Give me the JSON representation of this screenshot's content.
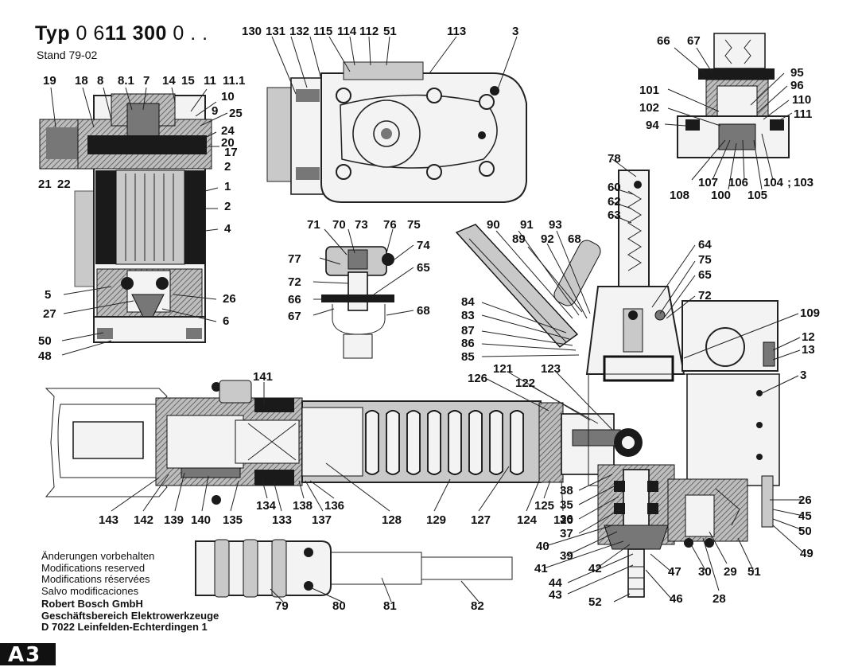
{
  "header": {
    "typ_word": "Typ",
    "typ_prefix": "0 6",
    "typ_bold": "11 300",
    "typ_suffix": "0 . .",
    "stand": "Stand 79-02"
  },
  "notes": [
    "Änderungen vorbehalten",
    "Modifications reserved",
    "Modifications réservées",
    "Salvo modificaciones"
  ],
  "company": [
    "Robert Bosch GmbH",
    "Geschäftsbereich Elektrowerkzeuge",
    "D 7022 Leinfelden-Echterdingen 1"
  ],
  "page_badge": "A3",
  "labels": {
    "motor": [
      "19",
      "18",
      "8",
      "8.1",
      "7",
      "14",
      "15",
      "11",
      "11.1",
      "10",
      "9",
      "25",
      "24",
      "20",
      "17",
      "2",
      "1",
      "2",
      "4",
      "21",
      "22",
      "5",
      "27",
      "26",
      "6",
      "50",
      "48"
    ],
    "gearbox_top": [
      "130",
      "131",
      "132",
      "115",
      "114",
      "112",
      "51",
      "113",
      "3"
    ],
    "clip": [
      "71",
      "70",
      "73",
      "76",
      "75",
      "74",
      "77",
      "65",
      "72",
      "66",
      "67",
      "68"
    ],
    "switch_top": [
      "66",
      "67",
      "95",
      "96",
      "110",
      "111",
      "101",
      "102",
      "94",
      "108",
      "107",
      "100",
      "106",
      "105",
      "104",
      "103"
    ],
    "handle": [
      "78",
      "60",
      "62",
      "63",
      "90",
      "91",
      "93",
      "89",
      "92",
      "68",
      "64",
      "75",
      "65",
      "72",
      "84",
      "83",
      "87",
      "86",
      "85",
      "109",
      "12",
      "13",
      "3"
    ],
    "main": [
      "141",
      "126",
      "121",
      "122",
      "123",
      "143",
      "142",
      "139",
      "140",
      "135",
      "134",
      "133",
      "138",
      "136",
      "137",
      "128",
      "129",
      "127",
      "124",
      "125",
      "120",
      "38",
      "35",
      "36",
      "37",
      "40",
      "39",
      "41",
      "42",
      "44",
      "43",
      "52",
      "46",
      "47",
      "30",
      "29",
      "28",
      "51",
      "26",
      "45",
      "50",
      "49"
    ],
    "cable": [
      "79",
      "80",
      "81",
      "82"
    ]
  }
}
